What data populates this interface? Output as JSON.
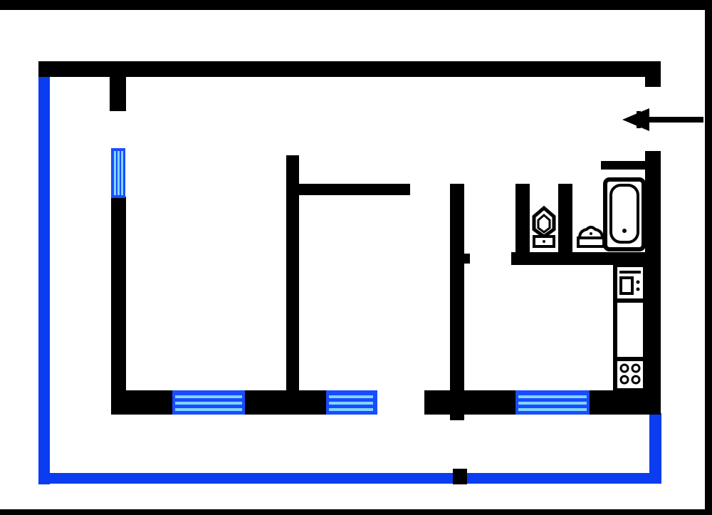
{
  "diagram": {
    "type": "apartment floor plan",
    "colors": {
      "frame": "#000000",
      "background": "#ffffff",
      "wall": "#000000",
      "glazing": "#1a4cff",
      "glazing_light": "#4db8ff",
      "balcony_outline": "#0a3cf0"
    },
    "rooms": 2,
    "windows": 4,
    "fixtures": [
      "bathtub",
      "toilet",
      "washbasin",
      "kitchen-sink",
      "kitchen-counter",
      "stove"
    ],
    "symbols": [
      "entrance-arrow-icon"
    ]
  }
}
